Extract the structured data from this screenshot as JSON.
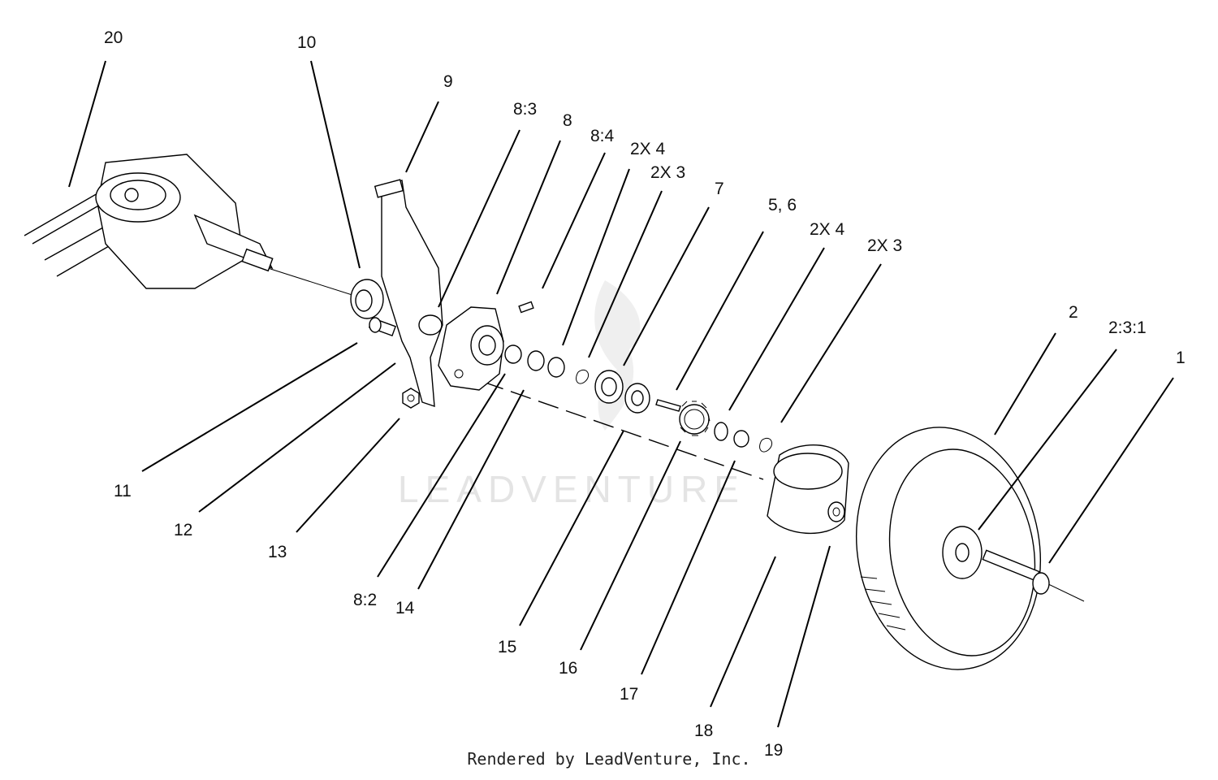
{
  "watermark": "LEADVENTURE",
  "footer": "Rendered by LeadVenture, Inc.",
  "callouts": {
    "c20": "20",
    "c10": "10",
    "c9": "9",
    "c8_3": "8:3",
    "c8": "8",
    "c8_4": "8:4",
    "c2x4a": "2X 4",
    "c2x3a": "2X 3",
    "c7": "7",
    "c5_6": "5, 6",
    "c2x4b": "2X 4",
    "c2x3b": "2X 3",
    "c2": "2",
    "c2_3_1": "2:3:1",
    "c1": "1",
    "c11": "11",
    "c12": "12",
    "c13": "13",
    "c8_2": "8:2",
    "c14": "14",
    "c15": "15",
    "c16": "16",
    "c17": "17",
    "c18": "18",
    "c19": "19"
  }
}
